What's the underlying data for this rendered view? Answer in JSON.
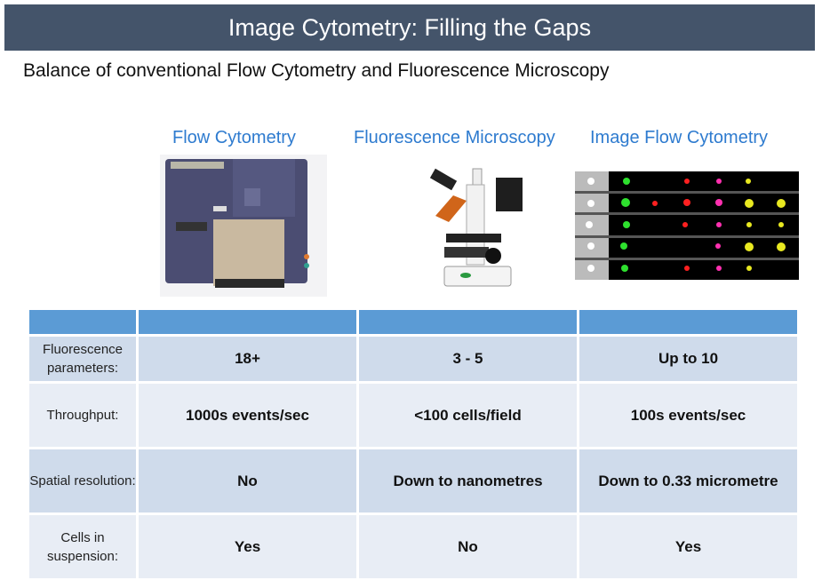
{
  "title": "Image Cytometry: Filling the Gaps",
  "subtitle": "Balance of conventional Flow Cytometry and Fluorescence Microscopy",
  "columns": [
    "Flow Cytometry",
    "Fluorescence Microscopy",
    "Image Flow Cytometry"
  ],
  "rows": [
    {
      "label": "Fluorescence parameters:",
      "values": [
        "18+",
        "3 - 5",
        "Up to 10"
      ]
    },
    {
      "label": "Throughput:",
      "values": [
        "1000s events/sec",
        "<100 cells/field",
        "100s events/sec"
      ]
    },
    {
      "label": "Spatial resolution:",
      "values": [
        "No",
        "Down to nanometres",
        "Down to 0.33 micrometre"
      ]
    },
    {
      "label": "Cells in suspension:",
      "values": [
        "Yes",
        "No",
        "Yes"
      ]
    }
  ],
  "colors": {
    "title_bar": "#44546a",
    "header_row": "#5b9bd5",
    "row_dark": "#cfdbeb",
    "row_light": "#e8edf5",
    "column_heading": "#2e7bcf"
  }
}
